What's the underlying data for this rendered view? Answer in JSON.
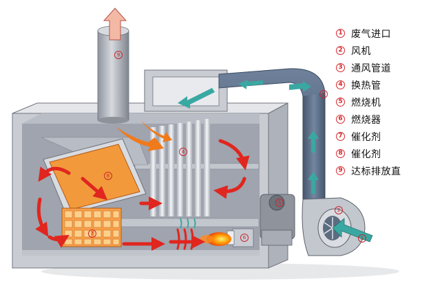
{
  "legend": [
    {
      "num": "1",
      "label": "废气进口"
    },
    {
      "num": "2",
      "label": "风机"
    },
    {
      "num": "3",
      "label": "通风管道"
    },
    {
      "num": "4",
      "label": "换热管"
    },
    {
      "num": "5",
      "label": "燃烧机"
    },
    {
      "num": "6",
      "label": "燃烧器"
    },
    {
      "num": "7",
      "label": "催化剂"
    },
    {
      "num": "8",
      "label": "催化剂"
    },
    {
      "num": "9",
      "label": "达标排放直"
    }
  ],
  "colors": {
    "housing": "#c9ccd3",
    "interior": "#9fa4ae",
    "duct": "#5d6f8a",
    "airflow": "#3aa8a2",
    "heat_arrow": "#e0261f",
    "catalyst": "#f29a3b",
    "label_red": "#d8262c"
  }
}
